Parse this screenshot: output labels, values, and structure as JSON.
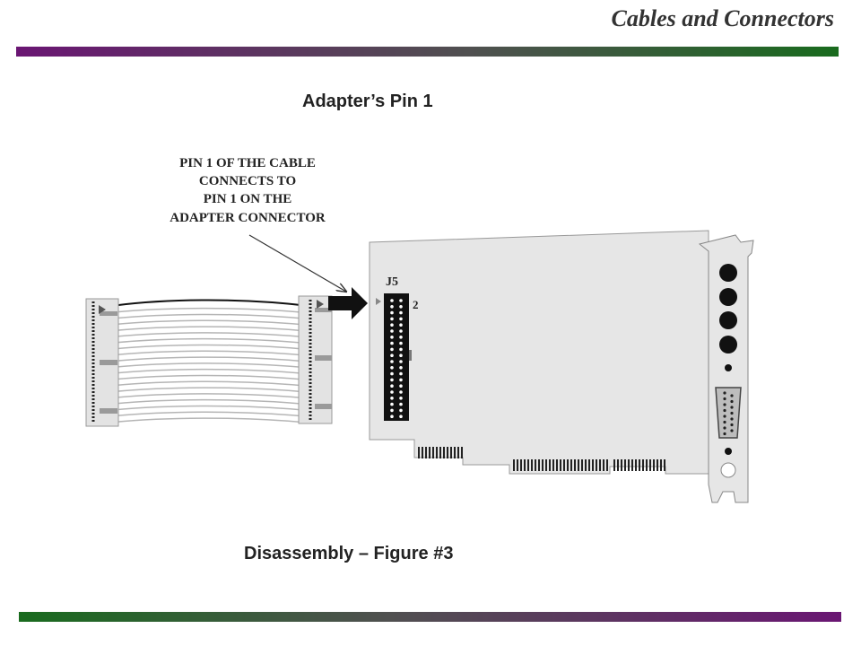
{
  "header": {
    "title": "Cables and Connectors"
  },
  "diagram": {
    "heading": "Adapter’s Pin 1",
    "callout_lines": [
      "PIN 1 OF THE CABLE",
      "CONNECTS TO",
      "PIN 1 ON THE",
      "ADAPTER CONNECTOR"
    ],
    "connector_label": "J5",
    "pin_label": "2",
    "caption": "Disassembly – Figure #3"
  },
  "colors": {
    "accent_purple": "#6a1673",
    "accent_green": "#196b1e",
    "card": "#e6e6e6",
    "header_block": "#111111"
  }
}
